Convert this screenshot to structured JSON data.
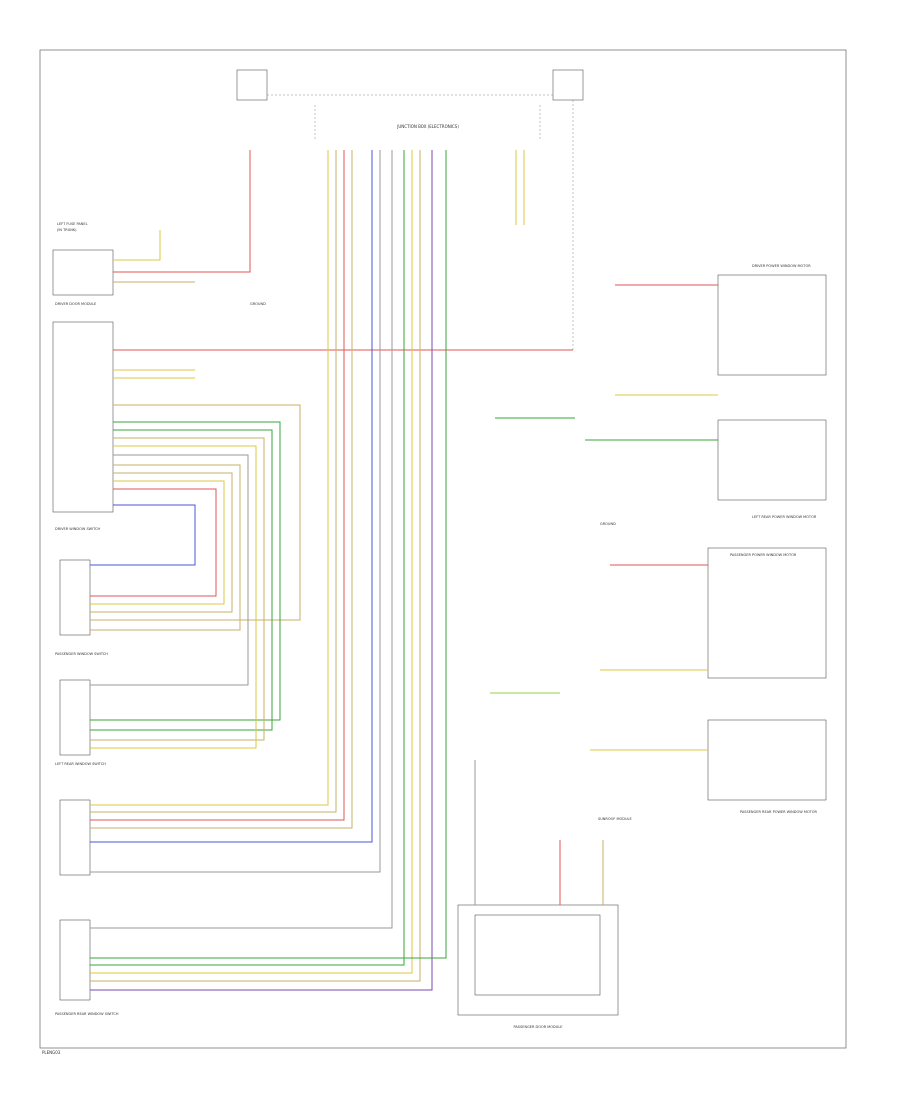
{
  "footer": {
    "code": "PLENG03"
  },
  "labels": {
    "junction_box": "JUNCTION BOX (ELECTRONICS)",
    "left_fuse": "LEFT FUSE PANEL",
    "left_fuse_sub": "(IN TRUNK)",
    "driver_door_module": "DRIVER DOOR MODULE",
    "ground_top": "GROUND",
    "switch_1": "DRIVER WINDOW SWITCH",
    "switch_2": "PASSENGER WINDOW SWITCH",
    "switch_3": "LEFT REAR WINDOW SWITCH",
    "switch_4": "PASSENGER REAR WINDOW SWITCH",
    "motor_1": "DRIVER POWER WINDOW MOTOR",
    "motor_2": "LEFT REAR POWER WINDOW MOTOR",
    "motor_3": "PASSENGER POWER WINDOW MOTOR",
    "motor_4": "PASSENGER REAR POWER WINDOW MOTOR",
    "ground_bottom": "GROUND",
    "passenger_door_module": "PASSENGER DOOR MODULE",
    "sunroof_module": "SUNROOF MODULE"
  }
}
